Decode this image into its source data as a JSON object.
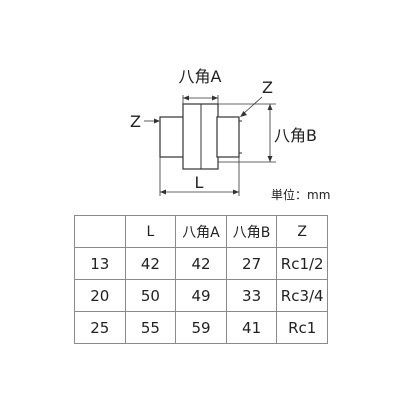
{
  "diagram": {
    "label_hex_a": "八角A",
    "label_hex_b": "八角B",
    "label_z_left": "Z",
    "label_z_right": "Z",
    "label_l": "L"
  },
  "unit_note": "単位：mm",
  "table": {
    "headers": [
      "",
      "L",
      "八角A",
      "八角B",
      "Z"
    ],
    "rows": [
      [
        "13",
        "42",
        "42",
        "27",
        "Rc1/2"
      ],
      [
        "20",
        "50",
        "49",
        "33",
        "Rc3/4"
      ],
      [
        "25",
        "55",
        "59",
        "41",
        "Rc1"
      ]
    ]
  }
}
